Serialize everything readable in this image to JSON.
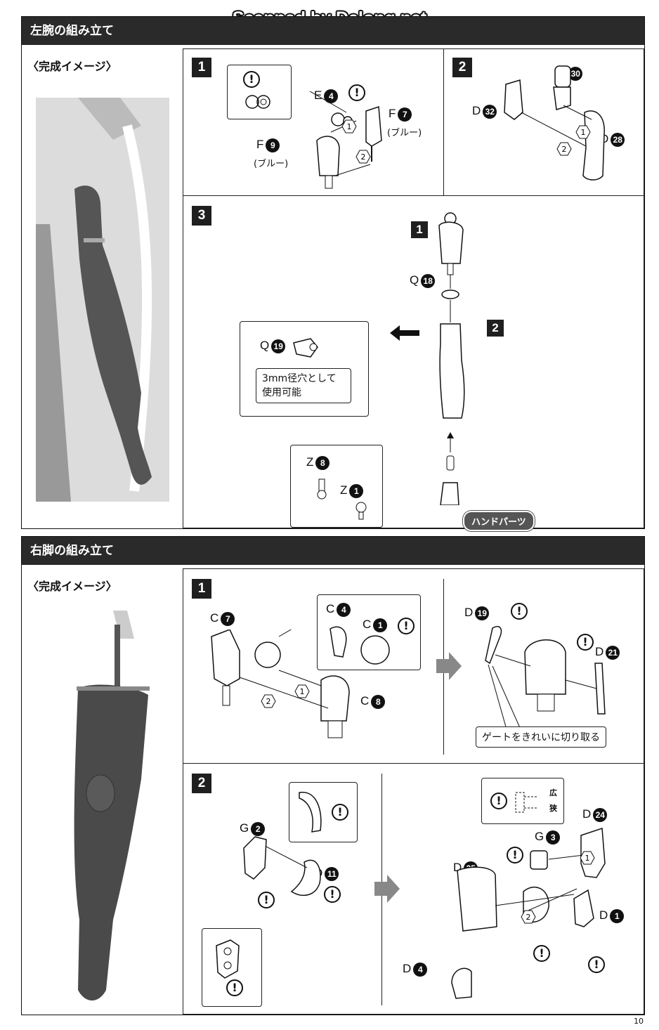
{
  "watermark": "Scanned by Dalong.net",
  "page_number": "10",
  "left_arm": {
    "title": "左腕の組み立て",
    "image_label": "〈完成イメージ〉",
    "step1": {
      "num": "1",
      "parts": {
        "e": "E",
        "e_num": "4",
        "f7": "F",
        "f7_num": "7",
        "f7_color": "(ブルー)",
        "f9": "F",
        "f9_num": "9",
        "f9_color": "(ブルー)"
      },
      "order1": "1",
      "order2": "2"
    },
    "step2": {
      "num": "2",
      "parts": {
        "d30": "D",
        "d30_num": "30",
        "d32": "D",
        "d32_num": "32",
        "d28": "D",
        "d28_num": "28"
      },
      "order1": "1",
      "order2": "2"
    },
    "step3": {
      "num": "3",
      "ref1": "1",
      "ref2": "2",
      "q18": "Q",
      "q18_num": "18",
      "q19": "Q",
      "q19_num": "19",
      "note": [
        "3mm径穴として",
        "使用可能"
      ],
      "z8": "Z",
      "z8_num": "8",
      "z1": "Z",
      "z1_num": "1",
      "hand_label": "ハンドパーツ"
    }
  },
  "right_leg": {
    "title": "右脚の組み立て",
    "image_label": "〈完成イメージ〉",
    "step1": {
      "num": "1",
      "parts": {
        "c7": "C",
        "c7_num": "7",
        "c4": "C",
        "c4_num": "4",
        "c1": "C",
        "c1_num": "1",
        "c8": "C",
        "c8_num": "8",
        "d19": "D",
        "d19_num": "19",
        "d21": "D",
        "d21_num": "21"
      },
      "order1": "1",
      "order2": "2",
      "gate_note": "ゲートをきれいに切り取る"
    },
    "step2": {
      "num": "2",
      "parts": {
        "g2": "G",
        "g2_num": "2",
        "d11": "D",
        "d11_num": "11",
        "g3": "G",
        "g3_num": "3",
        "d24": "D",
        "d24_num": "24",
        "d25": "D",
        "d25_num": "25",
        "d1": "D",
        "d1_num": "1",
        "d4": "D",
        "d4_num": "4"
      },
      "order1": "1",
      "order2": "2",
      "wide": "広",
      "narrow": "狭"
    }
  },
  "icons": {
    "caution": "caution-icon",
    "arrow": "arrow-right-icon"
  },
  "caution_mark": "!"
}
